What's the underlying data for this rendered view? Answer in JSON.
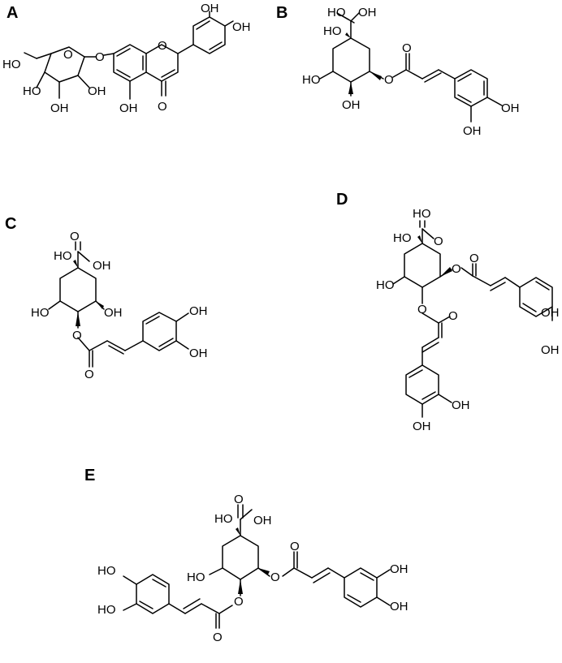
{
  "panels": [
    {
      "letter": "A",
      "compound": "luteolin-7-O-glucoside"
    },
    {
      "letter": "B",
      "compound": "caffeoylquinic acid (5-O)"
    },
    {
      "letter": "C",
      "compound": "caffeoylquinic acid (4-O)"
    },
    {
      "letter": "D",
      "compound": "dicaffeoylquinic acid (4,5-O)"
    },
    {
      "letter": "E",
      "compound": "dicaffeoylquinic acid (3,4-O)"
    }
  ],
  "labels": {
    "OH": "OH",
    "HO": "HO",
    "O": "O"
  },
  "colors": {
    "ink": "#000000",
    "background": "#ffffff"
  }
}
